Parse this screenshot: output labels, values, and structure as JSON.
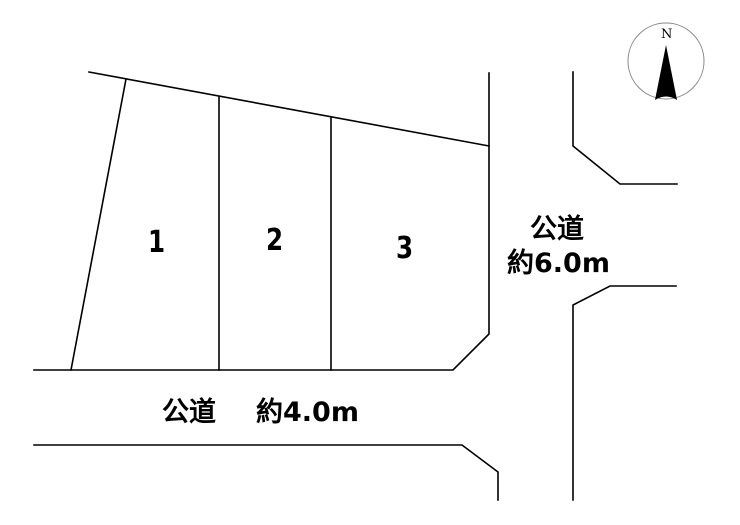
{
  "compass": {
    "label": "N",
    "icon": "north-arrow-icon"
  },
  "lots": [
    {
      "id": "lot-1",
      "label": "1"
    },
    {
      "id": "lot-2",
      "label": "2"
    },
    {
      "id": "lot-3",
      "label": "3"
    }
  ],
  "roads": {
    "east": {
      "name": "公道",
      "width": "約6.0m"
    },
    "south": {
      "name": "公道",
      "width": "約4.0m",
      "full": "公道　約4.0m"
    }
  },
  "colors": {
    "line": "#000000",
    "compass_circle": "#888888",
    "background": "#ffffff"
  }
}
